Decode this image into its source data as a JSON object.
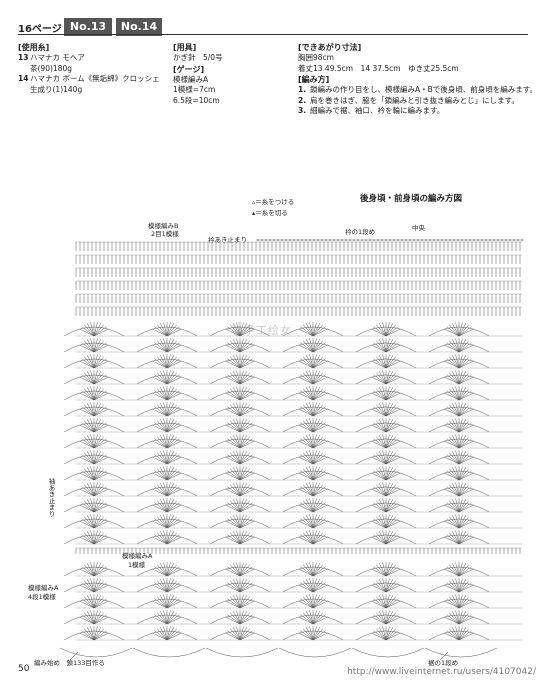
{
  "header": {
    "page": "16ページ",
    "tab1": "No.13",
    "tab2": "No.14"
  },
  "yarn": {
    "title": "[使用糸]",
    "lines": [
      {
        "num": "13",
        "text": "ハマナカ モヘア"
      },
      {
        "num": "",
        "text": "茶(90)180g"
      },
      {
        "num": "14",
        "text": "ハマナカ ボーム《無垢綿》クロッシェ"
      },
      {
        "num": "",
        "text": "生成り(1)140g"
      }
    ]
  },
  "tools": {
    "title": "[用具]",
    "line1": "かぎ針　5/0号",
    "gauge_title": "[ゲージ]",
    "gauge_lines": [
      "模様編みA",
      "1模様=7cm",
      "6.5段=10cm"
    ]
  },
  "size": {
    "title": "[できあがり寸法]",
    "line1": "胸囲98cm",
    "line2": "着丈13 49.5cm　14 37.5cm　ゆき丈25.5cm"
  },
  "method": {
    "title": "[編み方]",
    "steps": [
      {
        "num": "1.",
        "text": "鎖編みの作り目をし、模様編みA・Bで後身頃、前身頃を編みます。"
      },
      {
        "num": "2.",
        "text": "肩を巻きはぎ、脇を「鎖編みと引き抜き編みとじ」にします。"
      },
      {
        "num": "3.",
        "text": "細編みで裾、袖口、衿を輪に編みます。"
      }
    ]
  },
  "chart": {
    "title": "後身頃・前身頃の編み方図",
    "legend_attach": "＝糸をつける",
    "legend_cut": "＝糸を切る",
    "pattern_b": "模様編みB",
    "pattern_b_sub": "2目1模様",
    "collar_stop": "衿あき止まり",
    "collar_row1": "衿の1段め",
    "center": "中央",
    "sleeve_stop": "袖あき止まり",
    "pattern_a": "模様編みA",
    "pattern_a_sub": "1模様",
    "pattern_a_left": "模様編みA",
    "pattern_a_left_sub": "4段1模様",
    "start": "編み始め",
    "start_sub": "鎖133目作る",
    "hem_row1": "裾の1段め",
    "watermark_center": "@手工绘女"
  },
  "footer": {
    "page_number": "50",
    "url": "http://www.liveinternet.ru/users/4107042/"
  }
}
